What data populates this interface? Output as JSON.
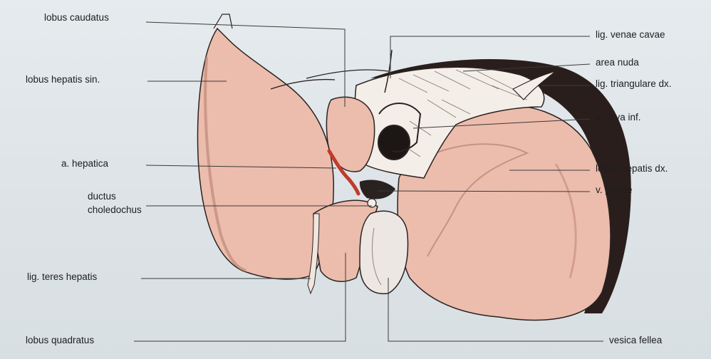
{
  "figure": {
    "colors": {
      "liver": "#ecbcad",
      "liver_shade": "#b98070",
      "liver_dark": "#4a2a24",
      "artery": "#c23a2c",
      "outline": "#2a2220",
      "leader": "#3a3a3a"
    },
    "labels": {
      "lobus_caudatus": "lobus caudatus",
      "lobus_hepatis_sin": "lobus hepatis sin.",
      "a_hepatica": "a. hepatica",
      "ductus_choledochus_line1": "ductus",
      "ductus_choledochus_line2": "choledochus",
      "lig_teres_hepatis": "lig. teres hepatis",
      "lobus_quadratus": "lobus quadratus",
      "lig_venae_cavae": "lig. venae cavae",
      "area_nuda": "area nuda",
      "lig_triangulare_dx": "lig. triangulare dx.",
      "v_cava_inf": "v. cava inf.",
      "lobus_hepatis_dx": "lobus hepatis dx.",
      "v_portae": "v. portae",
      "vesica_fellea": "vesica fellea"
    }
  }
}
